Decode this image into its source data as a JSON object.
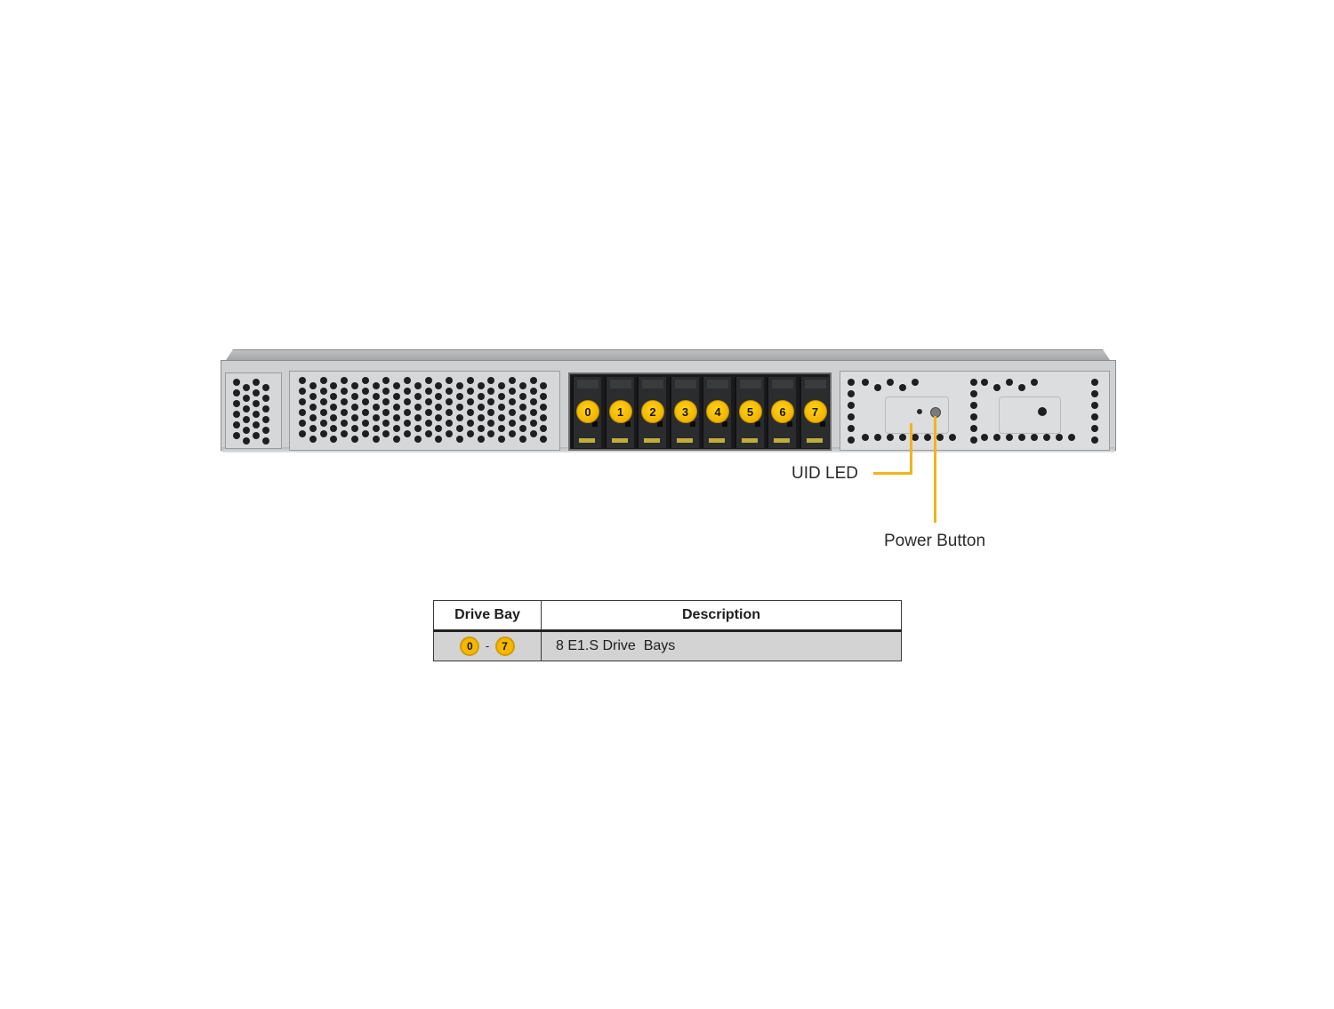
{
  "diagram": {
    "subject": "1U server front view",
    "drive_bays": [
      {
        "number": "0"
      },
      {
        "number": "1"
      },
      {
        "number": "2"
      },
      {
        "number": "3"
      },
      {
        "number": "4"
      },
      {
        "number": "5"
      },
      {
        "number": "6"
      },
      {
        "number": "7"
      }
    ],
    "callouts": {
      "uid_led": "UID LED",
      "power_button": "Power Button"
    },
    "colors": {
      "badge_yellow": "#f5b800",
      "callout_line": "#f2b41a",
      "chassis_gray": "#cfd0d2",
      "drive_black": "#1a1a1b"
    }
  },
  "legend_table": {
    "headers": [
      "Drive Bay",
      "Description"
    ],
    "rows": [
      {
        "range_start": "0",
        "separator": "-",
        "range_end": "7",
        "description": "8 E1.S Drive  Bays"
      }
    ]
  }
}
